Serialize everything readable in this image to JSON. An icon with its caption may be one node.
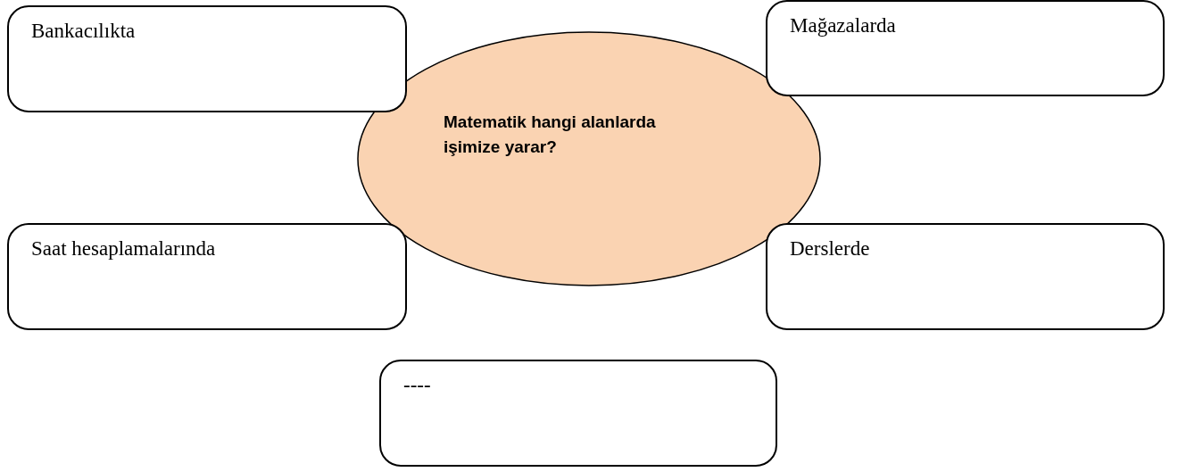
{
  "diagram": {
    "nodes": [
      {
        "text": [
          "Matematik hangi alanlarda işimize yarar?"
        ]
      },
      {
        "text": [
          "Bankacılıkta"
        ]
      },
      {
        "text": [
          "Mağazalarda"
        ]
      },
      {
        "text": [
          "Saat hesaplamalarında"
        ]
      },
      {
        "text": [
          "Derslerde"
        ]
      },
      {
        "text": [
          "----"
        ]
      }
    ]
  }
}
